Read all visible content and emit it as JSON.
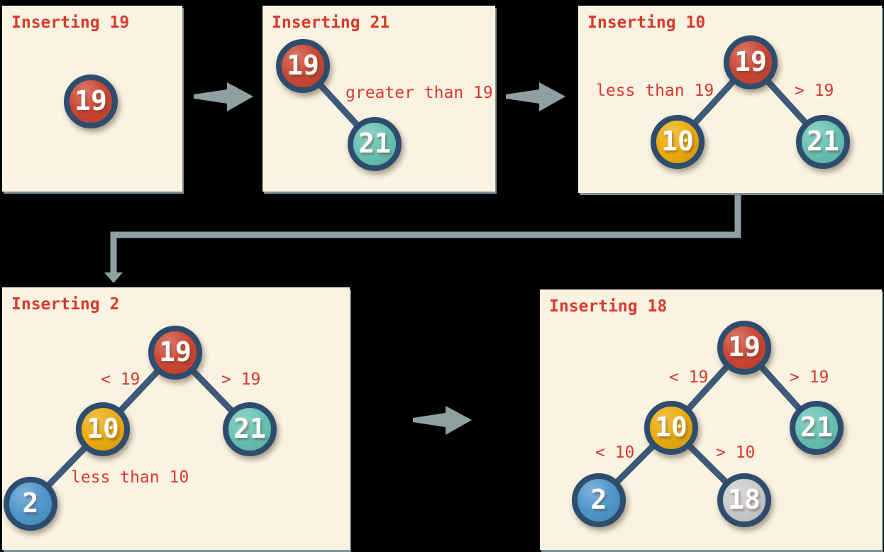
{
  "colors": {
    "background": "#000000",
    "panel_bg": "#faf3e2",
    "panel_shadow": "#7d9095",
    "title_red": "#d9392d",
    "label_red": "#d9392d",
    "tree_edge": "#3d5a78",
    "node_border": "#2e4d6e",
    "node_text": "#ffffff",
    "arrow_gray": "#8ea1a0"
  },
  "panels": [
    {
      "title": "Inserting 19",
      "nodes": [
        {
          "value": "19",
          "fill": "#cb4733"
        }
      ],
      "labels": [],
      "edges": []
    },
    {
      "title": "Inserting 21",
      "nodes": [
        {
          "value": "19",
          "fill": "#cb4733"
        },
        {
          "value": "21",
          "fill": "#67c2b3"
        }
      ],
      "labels": [
        {
          "text": "greater than 19"
        }
      ],
      "edges": [
        [
          "19",
          "21"
        ]
      ]
    },
    {
      "title": "Inserting 10",
      "nodes": [
        {
          "value": "19",
          "fill": "#cb4733"
        },
        {
          "value": "10",
          "fill": "#ebab0c"
        },
        {
          "value": "21",
          "fill": "#67c2b3"
        }
      ],
      "labels": [
        {
          "text": "less than 19"
        },
        {
          "text": "> 19"
        }
      ],
      "edges": [
        [
          "19",
          "10"
        ],
        [
          "19",
          "21"
        ]
      ]
    },
    {
      "title": "Inserting 2",
      "nodes": [
        {
          "value": "19",
          "fill": "#cb4733"
        },
        {
          "value": "10",
          "fill": "#ebab0c"
        },
        {
          "value": "21",
          "fill": "#67c2b3"
        },
        {
          "value": "2",
          "fill": "#4f97cb"
        }
      ],
      "labels": [
        {
          "text": "< 19"
        },
        {
          "text": "> 19"
        },
        {
          "text": "less than 10"
        }
      ],
      "edges": [
        [
          "19",
          "10"
        ],
        [
          "19",
          "21"
        ],
        [
          "10",
          "2"
        ]
      ]
    },
    {
      "title": "Inserting 18",
      "nodes": [
        {
          "value": "19",
          "fill": "#cb4733"
        },
        {
          "value": "10",
          "fill": "#ebab0c"
        },
        {
          "value": "21",
          "fill": "#67c2b3"
        },
        {
          "value": "2",
          "fill": "#4f97cb"
        },
        {
          "value": "18",
          "fill": "#cbcbcb"
        }
      ],
      "labels": [
        {
          "text": "< 19"
        },
        {
          "text": "> 19"
        },
        {
          "text": "< 10"
        },
        {
          "text": "> 10"
        }
      ],
      "edges": [
        [
          "19",
          "10"
        ],
        [
          "19",
          "21"
        ],
        [
          "10",
          "2"
        ],
        [
          "10",
          "18"
        ]
      ]
    }
  ]
}
